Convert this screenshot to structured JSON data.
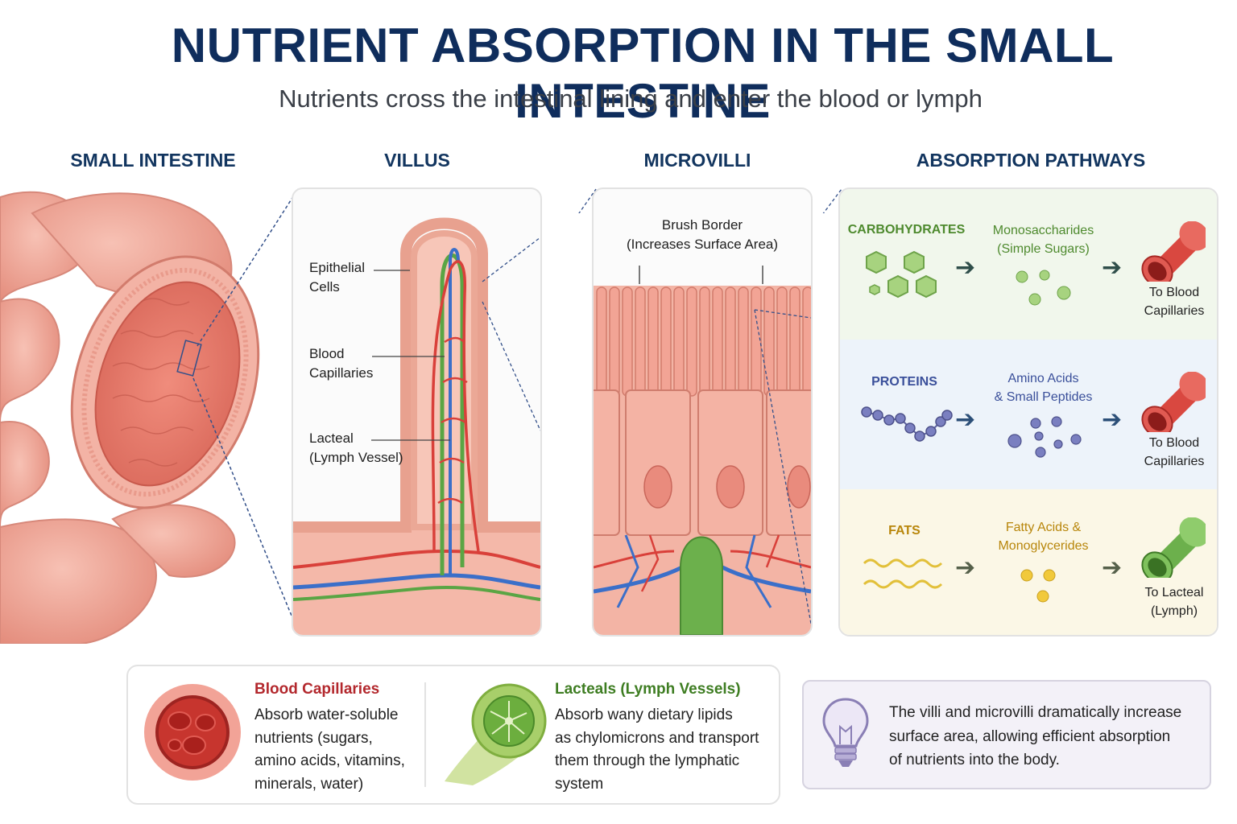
{
  "header": {
    "title": "NUTRIENT ABSORPTION IN THE SMALL INTESTINE",
    "subtitle": "Nutrients cross the intestinal lining and enter the blood or lymph"
  },
  "sections": {
    "intestine": "SMALL INTESTINE",
    "villus": "VILLUS",
    "microvilli": "MICROVILLI",
    "pathways": "ABSORPTION PATHWAYS"
  },
  "villus_labels": {
    "epithelial": [
      "Epithelial",
      "Cells"
    ],
    "capillaries": [
      "Blood",
      "Capillaries"
    ],
    "lacteal": [
      "Lacteal",
      "(Lymph Vessel)"
    ]
  },
  "microvilli_labels": {
    "brush_border": [
      "Brush Border",
      "(Increases Surface Area)"
    ]
  },
  "pathways": [
    {
      "nutrient": "CARBOHYDRATES",
      "product": [
        "Monosaccharides",
        "(Simple Sugars)"
      ],
      "destination": [
        "To Blood",
        "Capillaries"
      ],
      "color": "#4e8a2e",
      "bg": "#f1f7ec"
    },
    {
      "nutrient": "PROTEINS",
      "product": [
        "Amino Acids",
        "& Small Peptides"
      ],
      "destination": [
        "To Blood",
        "Capillaries"
      ],
      "color": "#3a4f9a",
      "bg": "#edf3fa"
    },
    {
      "nutrient": "FATS",
      "product": [
        "Fatty Acids &",
        "Monoglycerides"
      ],
      "destination": [
        "To Lacteal",
        "(Lymph)"
      ],
      "color": "#b8860b",
      "bg": "#fbf7e6"
    }
  ],
  "legend": {
    "blood": {
      "title": "Blood Capillaries",
      "lines": [
        "Absorb water-soluble",
        "nutrients (sugars,",
        "amino acids, vitamins,",
        "minerals, water)"
      ],
      "color": "#b3282d"
    },
    "lacteal": {
      "title": "Lacteals (Lymph Vessels)",
      "lines": [
        "Absorb wany dietary lipids",
        "as chylomicrons and transport",
        "them through the lymphatic",
        "system"
      ],
      "color": "#3e7d22"
    }
  },
  "note": {
    "lines": [
      "The villi and microvilli dramatically increase",
      "surface area, allowing efficient absorption",
      "of nutrients into the body."
    ],
    "icon": "lightbulb-icon"
  },
  "colors": {
    "title": "#0f2d5c",
    "artery": "#d9403a",
    "vein": "#3b6fc9",
    "lymph": "#5aa544",
    "tissue": "#f2a495"
  }
}
